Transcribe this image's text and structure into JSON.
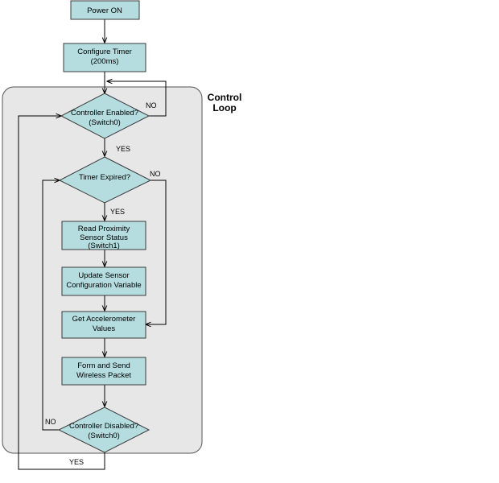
{
  "colors": {
    "node_fill": "#b5dde0",
    "node_stroke": "#3a3a3a",
    "group_fill": "#e7e7e7",
    "group_stroke": "#555555"
  },
  "group": {
    "title_line1": "Control",
    "title_line2": "Loop"
  },
  "nodes": {
    "power_on": {
      "line1": "Power ON"
    },
    "configure_timer": {
      "line1": "Configure Timer",
      "line2": "(200ms)"
    },
    "controller_enabled": {
      "line1": "Controller Enabled?",
      "line2": "(Switch0)"
    },
    "timer_expired": {
      "line1": "Timer Expired?"
    },
    "read_proximity": {
      "line1": "Read Proximity",
      "line2": "Sensor Status",
      "line3": "(Switch1)"
    },
    "update_sensor": {
      "line1": "Update Sensor",
      "line2": "Configuration Variable"
    },
    "get_accel": {
      "line1": "Get Accelerometer",
      "line2": "Values"
    },
    "form_send": {
      "line1": "Form and Send",
      "line2": "Wireless Packet"
    },
    "controller_disabled": {
      "line1": "Controller Disabled?",
      "line2": "(Switch0)"
    }
  },
  "edge_labels": {
    "enabled_no": "NO",
    "enabled_yes": "YES",
    "timer_no": "NO",
    "timer_yes": "YES",
    "disabled_no": "NO",
    "disabled_yes": "YES"
  }
}
